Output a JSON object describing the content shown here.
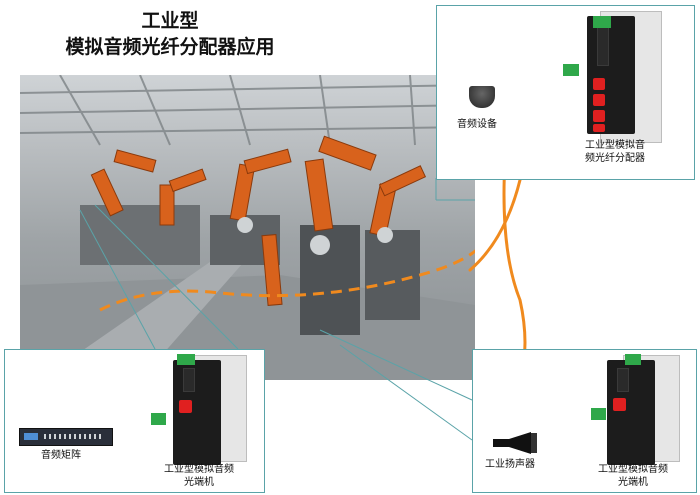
{
  "title": {
    "line1": "工业型",
    "line2": "模拟音频光纤分配器应用"
  },
  "top_panel": {
    "device_label_line1": "工业型模拟音",
    "device_label_line2": "频光纤分配器",
    "peripheral_label": "音频设备"
  },
  "bottom_left_panel": {
    "peripheral_label": "音频矩阵",
    "device_label_line1": "工业型模拟音频",
    "device_label_line2": "光端机"
  },
  "bottom_right_panel": {
    "peripheral_label": "工业扬声器",
    "device_label_line1": "工业型模拟音频",
    "device_label_line2": "光端机"
  },
  "colors": {
    "fiber": "#f08a1e",
    "panel_border": "#5aa3a8",
    "device_body": "#1c1c1c",
    "connector_red": "#e02020",
    "terminal_green": "#2fa84a"
  }
}
